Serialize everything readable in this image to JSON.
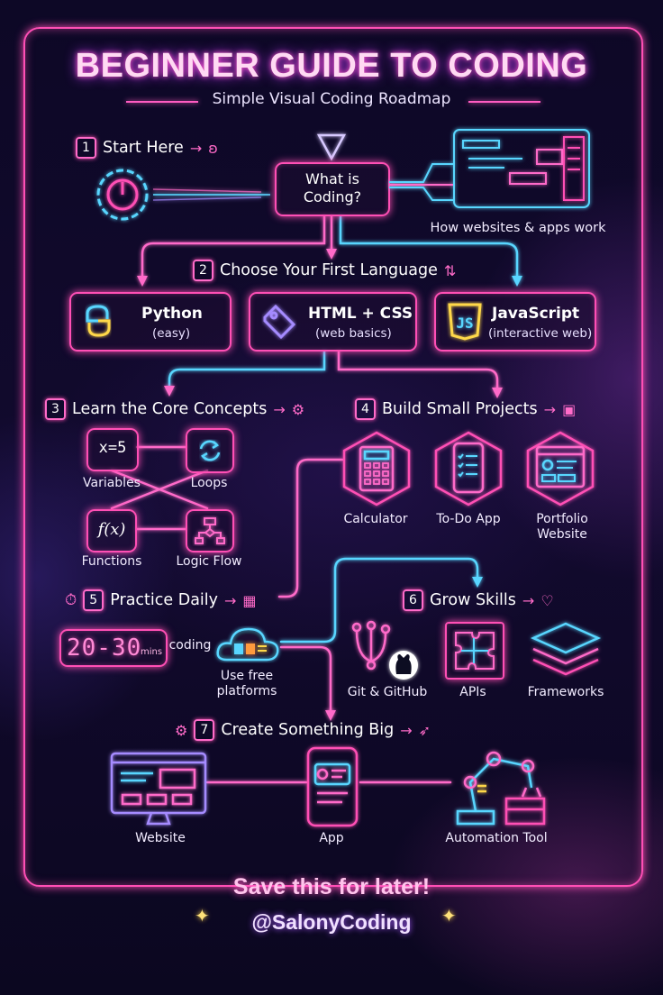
{
  "header": {
    "title": "BEGINNER GUIDE TO CODING",
    "subtitle": "Simple Visual Coding Roadmap"
  },
  "start": {
    "number": "1",
    "label": "Start Here",
    "center_box": "What is\nCoding?",
    "caption": "How websites & apps work"
  },
  "languages": {
    "number": "2",
    "label": "Choose Your First Language",
    "items": [
      {
        "name": "Python",
        "note": "(easy)"
      },
      {
        "name": "HTML + CSS",
        "note": "(web basics)"
      },
      {
        "name": "JavaScript",
        "note": "(interactive web)"
      }
    ]
  },
  "core": {
    "number": "3",
    "label": "Learn the Core Concepts",
    "items": [
      {
        "name": "Variables",
        "glyph": "x=5"
      },
      {
        "name": "Loops",
        "glyph": ""
      },
      {
        "name": "Functions",
        "glyph": "f(x)"
      },
      {
        "name": "Logic Flow",
        "glyph": ""
      }
    ]
  },
  "projects": {
    "number": "4",
    "label": "Build Small Projects",
    "items": [
      {
        "name": "Calculator"
      },
      {
        "name": "To-Do App"
      },
      {
        "name": "Portfolio\nWebsite"
      }
    ]
  },
  "practice": {
    "number": "5",
    "label": "Practice Daily",
    "timer": "20-30",
    "timer_unit": "mins",
    "coding": "coding",
    "platforms": "Use free\nplatforms"
  },
  "grow": {
    "number": "6",
    "label": "Grow Skills",
    "items": [
      {
        "name": "Git & GitHub"
      },
      {
        "name": "APIs"
      },
      {
        "name": "Frameworks"
      }
    ]
  },
  "create": {
    "number": "7",
    "label": "Create Something Big",
    "items": [
      {
        "name": "Website"
      },
      {
        "name": "App"
      },
      {
        "name": "Automation Tool"
      }
    ]
  },
  "footer": {
    "cta": "Save this for later!",
    "handle": "@SalonyCoding"
  },
  "colors": {
    "pink": "#ff4fb5",
    "blue": "#59d6ff",
    "background": "#0b0720",
    "yellow": "#ffd84a"
  }
}
